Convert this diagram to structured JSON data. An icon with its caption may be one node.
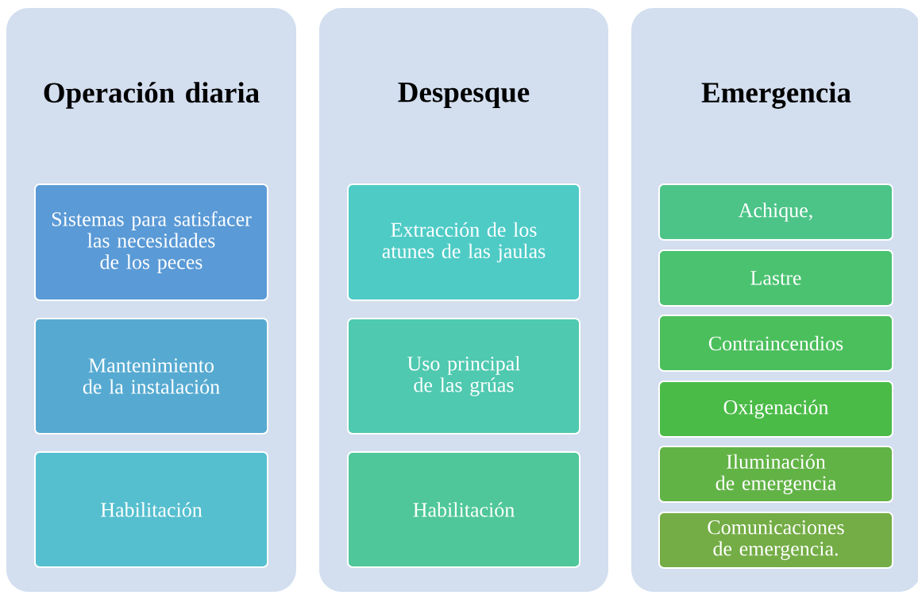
{
  "diagram": {
    "nodes": [
      {
        "text": [
          "Operación diaria"
        ]
      },
      {
        "text": [
          "Sistemas para satisfacer las necesidades de los peces"
        ],
        "in": 0
      },
      {
        "text": [
          "Mantenimiento de la instalación"
        ],
        "in": 0
      },
      {
        "text": [
          "Habilitación"
        ],
        "in": 0
      },
      {
        "text": [
          "Despesque"
        ]
      },
      {
        "text": [
          "Extracción de los atunes de las jaulas"
        ],
        "in": 4
      },
      {
        "text": [
          "Uso principal de las grúas"
        ],
        "in": 4
      },
      {
        "text": [
          "Habilitación"
        ],
        "in": 4
      },
      {
        "text": [
          "Emergencia"
        ]
      },
      {
        "text": [
          "Achique,"
        ],
        "in": 8
      },
      {
        "text": [
          "Lastre"
        ],
        "in": 8
      },
      {
        "text": [
          "Contraincendios"
        ],
        "in": 8
      },
      {
        "text": [
          "Oxigenación"
        ],
        "in": 8
      },
      {
        "text": [
          "Iluminación de emergencia"
        ],
        "in": 8
      },
      {
        "text": [
          "Comunicaciones de emergencia."
        ],
        "in": 8
      }
    ]
  }
}
